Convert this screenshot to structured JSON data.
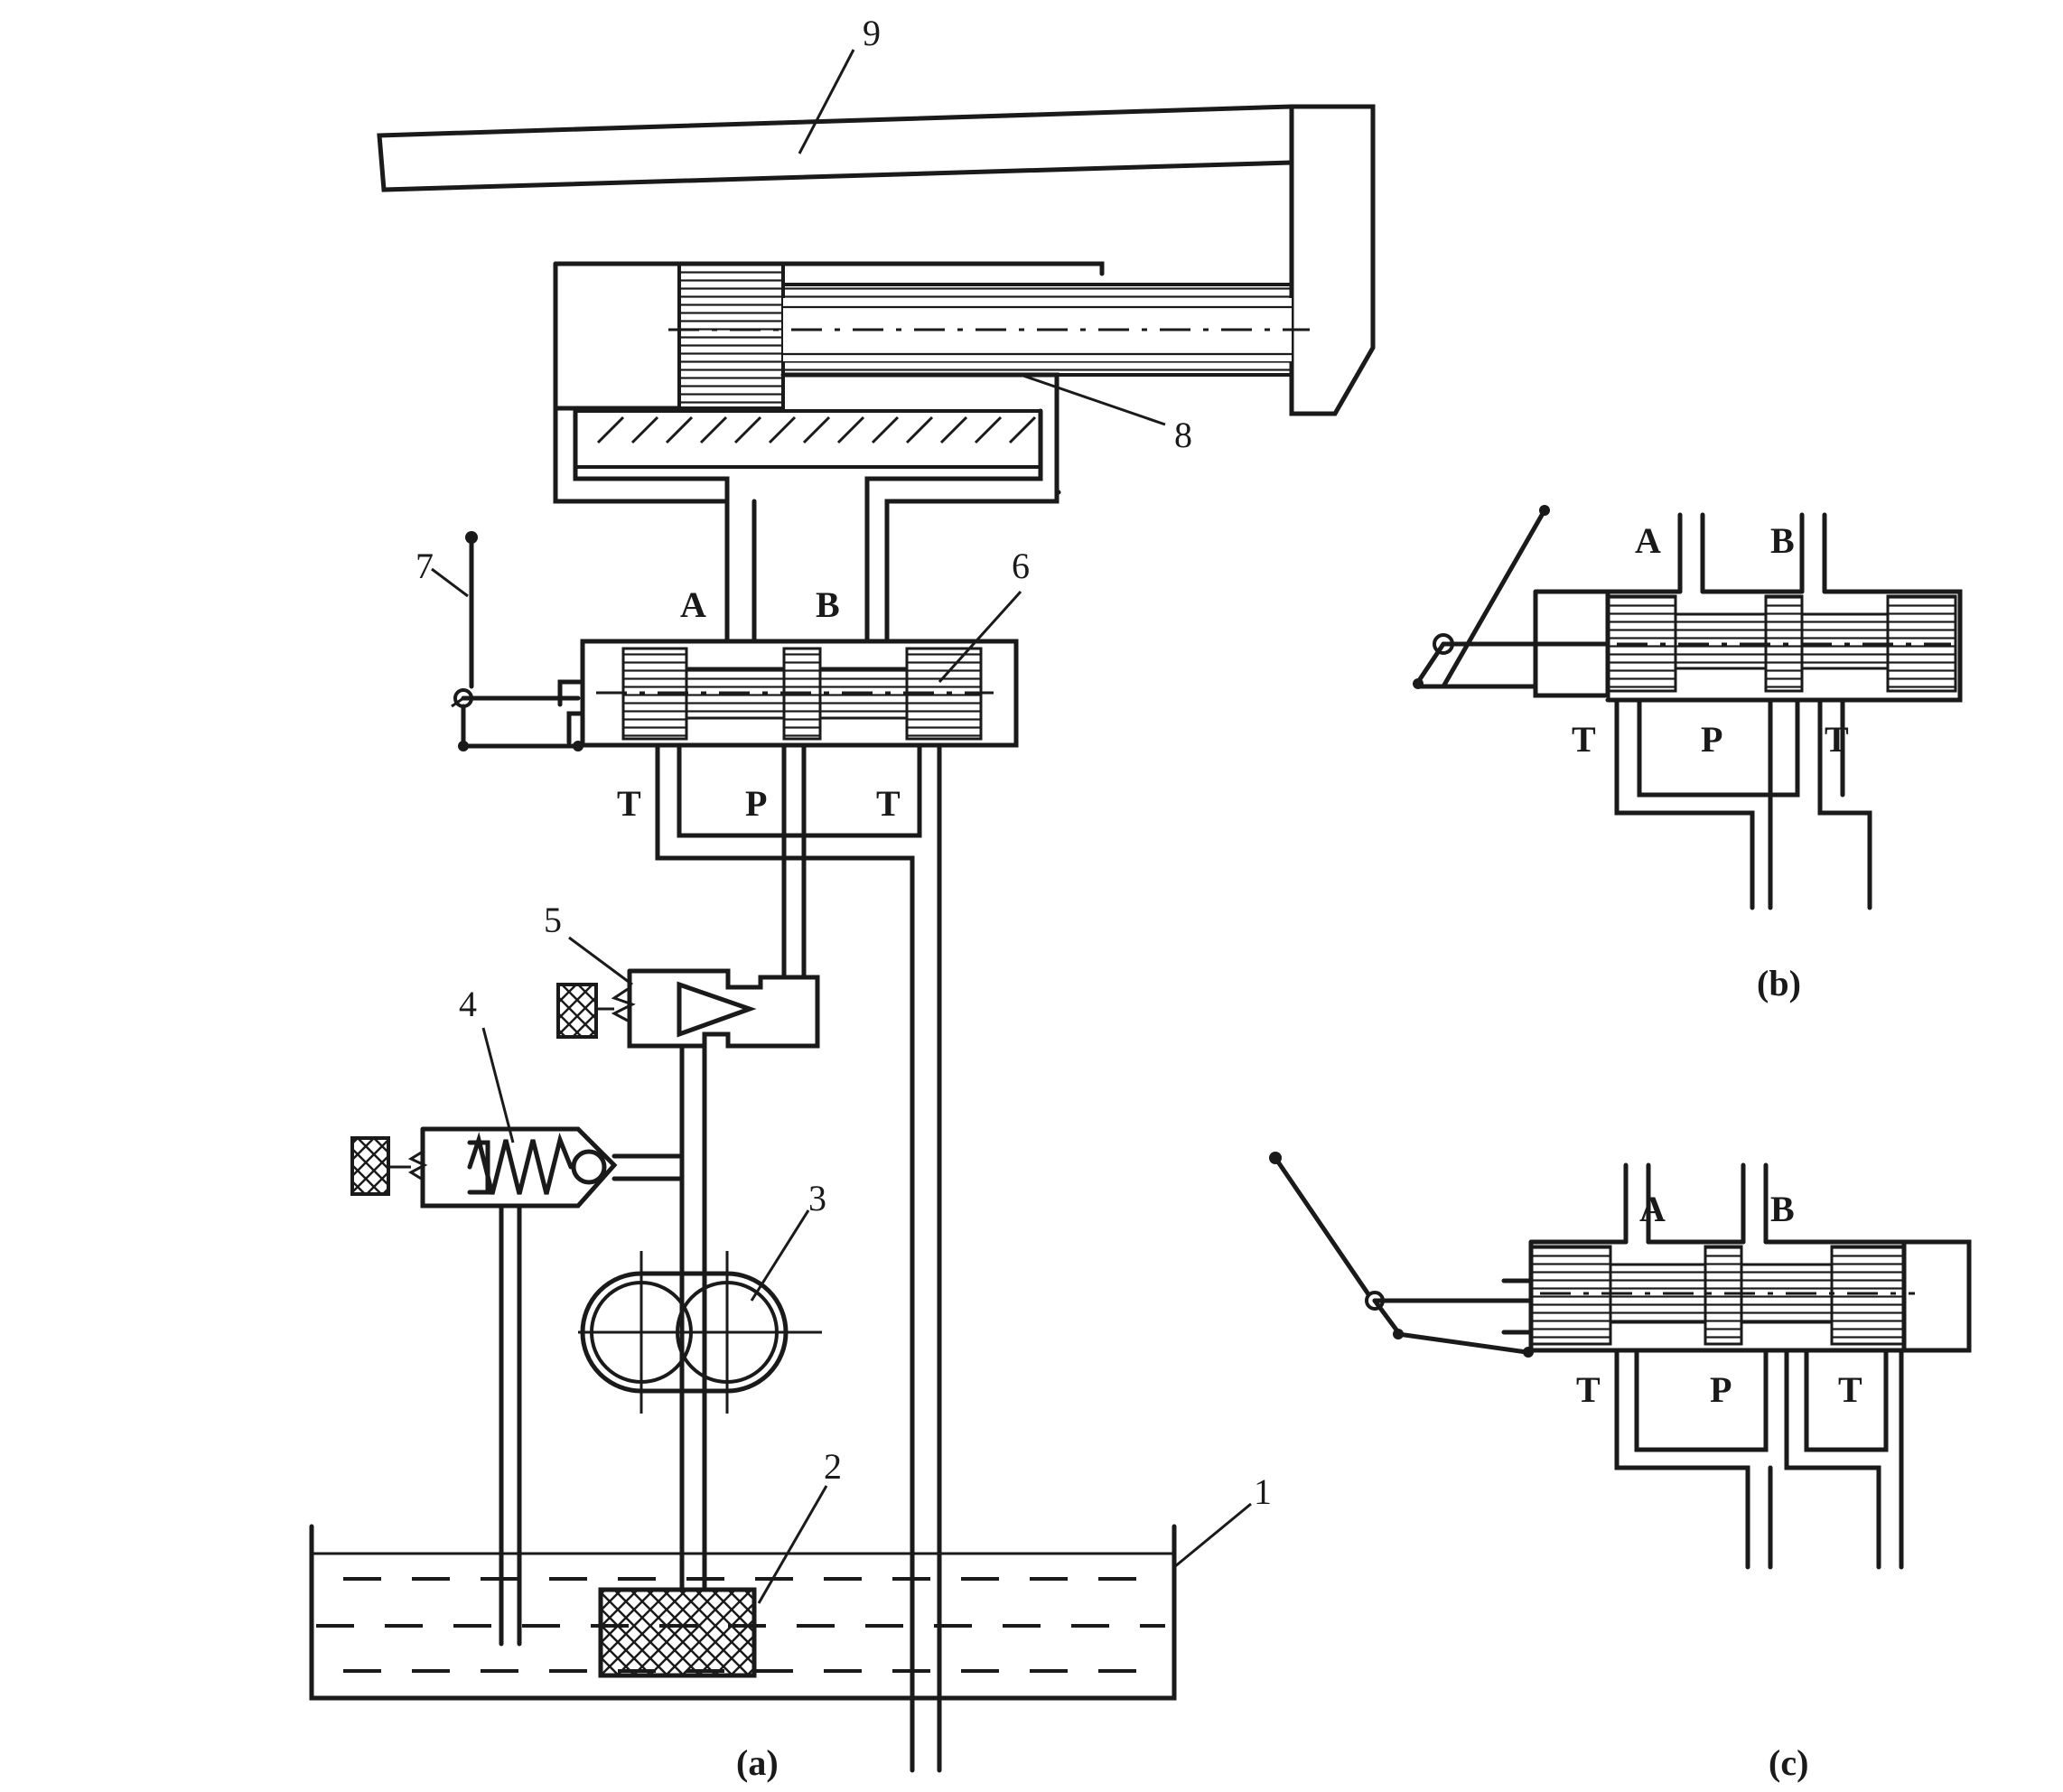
{
  "labels": {
    "n1": "1",
    "n2": "2",
    "n3": "3",
    "n4": "4",
    "n5": "5",
    "n6": "6",
    "n7": "7",
    "n8": "8",
    "n9": "9"
  },
  "ports": {
    "a": {
      "A": "A",
      "B": "B",
      "T1": "T",
      "P": "P",
      "T2": "T"
    },
    "b": {
      "A": "A",
      "B": "B",
      "T1": "T",
      "P": "P",
      "T2": "T"
    },
    "c": {
      "A": "A",
      "B": "B",
      "T1": "T",
      "P": "P",
      "T2": "T"
    }
  },
  "captions": {
    "a": "(a)",
    "b": "(b)",
    "c": "(c)"
  }
}
